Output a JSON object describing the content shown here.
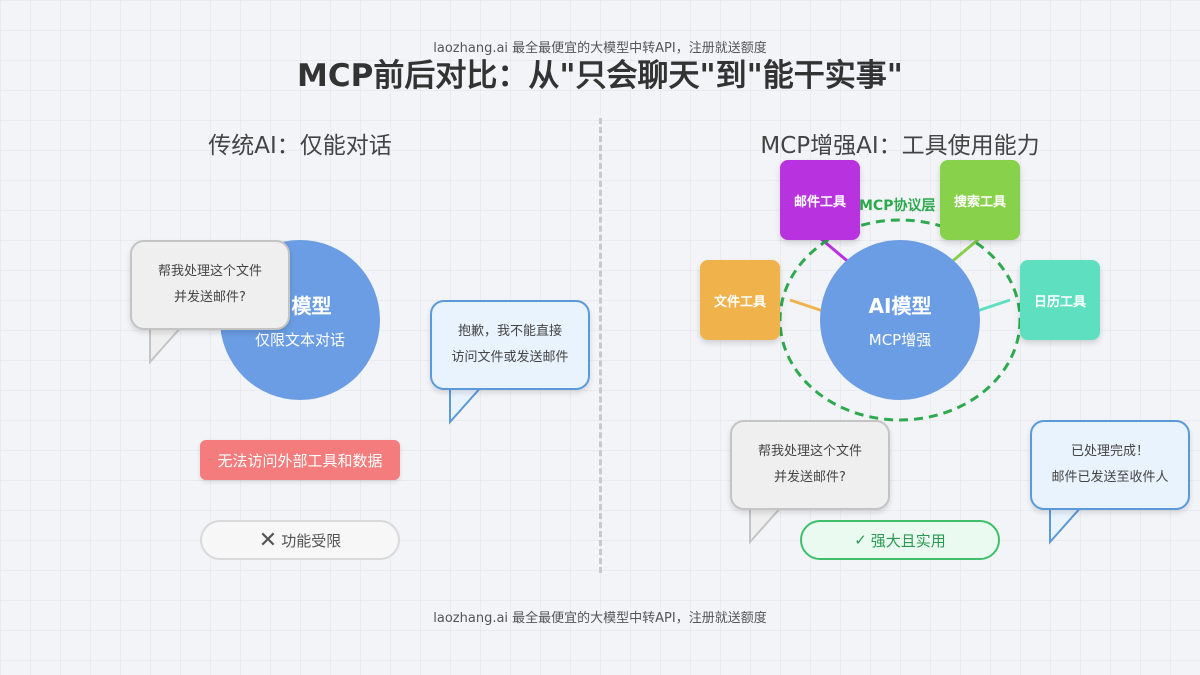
{
  "watermark_top": "laozhang.ai 最全最便宜的大模型中转API，注册就送额度",
  "watermark_bottom": "laozhang.ai 最全最便宜的大模型中转API，注册就送额度",
  "title": "MCP前后对比：从\"只会聊天\"到\"能干实事\"",
  "left": {
    "section_title": "传统AI：仅能对话",
    "model_title": "AI模型",
    "model_subtitle": "仅限文本对话",
    "user_bubble": "帮我处理这个文件\n并发送邮件?",
    "reply_bubble": "抱歉，我不能直接\n访问文件或发送邮件",
    "warning": "无法访问外部工具和数据",
    "status_icon": "✕",
    "status_label": "功能受限"
  },
  "right": {
    "section_title": "MCP增强AI：工具使用能力",
    "model_title": "AI模型",
    "model_subtitle": "MCP增强",
    "layer_label": "MCP协议层",
    "tools": {
      "email": "邮件工具",
      "search": "搜索工具",
      "file": "文件工具",
      "calendar": "日历工具"
    },
    "user_bubble": "帮我处理这个文件\n并发送邮件?",
    "reply_bubble": "已处理完成！\n邮件已发送至收件人",
    "status_icon": "✓",
    "status_label": "强大且实用"
  },
  "colors": {
    "model_circle": "#6a9de3",
    "email_tool": "#b832e0",
    "search_tool": "#88d14a",
    "file_tool": "#f0b24a",
    "calendar_tool": "#5ee0c0",
    "layer": "#2eaa4e",
    "warning": "#f47c7c"
  }
}
